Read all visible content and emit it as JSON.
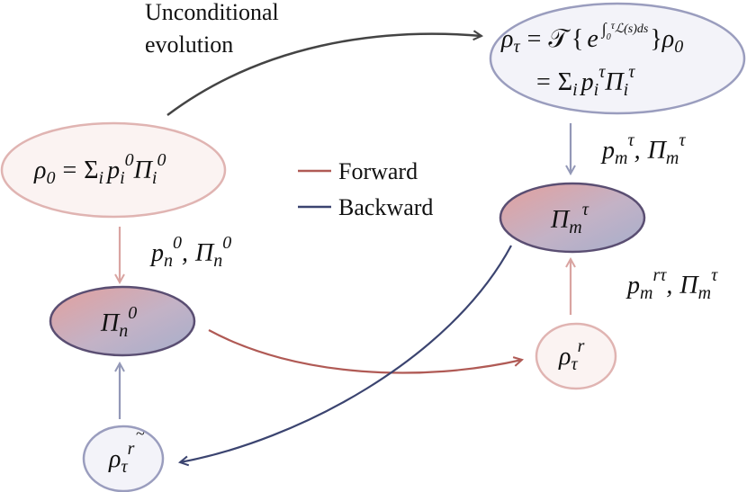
{
  "labels": {
    "unconditional_line1": "Unconditional",
    "unconditional_line2": "evolution",
    "legend_forward": "Forward",
    "legend_backward": "Backward"
  },
  "nodes": {
    "rho0": {
      "rho": "ρ",
      "sub0": "0",
      "eq": "=",
      "sum": "Σ",
      "i": "i",
      "p": "p",
      "sup0": "0",
      "Pi": "Π"
    },
    "rhotau": {
      "rho": "ρ",
      "tau": "τ",
      "eq": "=",
      "T": "𝒯",
      "brace_open": "{",
      "e": "e",
      "integral": "∫",
      "int_low": "0",
      "int_up": "τ",
      "L": "ℒ(s)ds",
      "brace_close": "}",
      "rho0": "ρ",
      "sub0": "0",
      "line2_eq": "=",
      "sum": "Σ",
      "i": "i",
      "p": "p",
      "Pi": "Π"
    },
    "pi_n0": {
      "Pi": "Π",
      "n": "n",
      "sup": "0"
    },
    "pi_mtau": {
      "Pi": "Π",
      "m": "m",
      "sup": "τ"
    },
    "rho_tau_r": {
      "rho": "ρ",
      "tau": "τ",
      "r": "r"
    },
    "rho_tau_rtilde": {
      "rho": "ρ",
      "tau": "τ",
      "r": "r",
      "tilde": "~"
    }
  },
  "edges": {
    "top_right": {
      "p": "p",
      "m": "m",
      "tau": "τ",
      "comma": ",",
      "Pi": "Π",
      "m2": "m",
      "tau2": "τ"
    },
    "left": {
      "p": "p",
      "n": "n",
      "sup": "0",
      "comma": ",",
      "Pi": "Π",
      "n2": "n",
      "sup2": "0"
    },
    "right": {
      "p": "p",
      "m": "m",
      "sup": "rτ",
      "comma": ",",
      "Pi": "Π",
      "m2": "m",
      "tau2": "τ"
    }
  },
  "colors": {
    "forward": "#b05a55",
    "backward": "#3b4470",
    "evolution": "#444444",
    "pink_border": "#e0b4b2",
    "blue_border": "#9a9dbe",
    "arrow_pink": "#d9a4a1",
    "arrow_blue": "#9398b7"
  }
}
